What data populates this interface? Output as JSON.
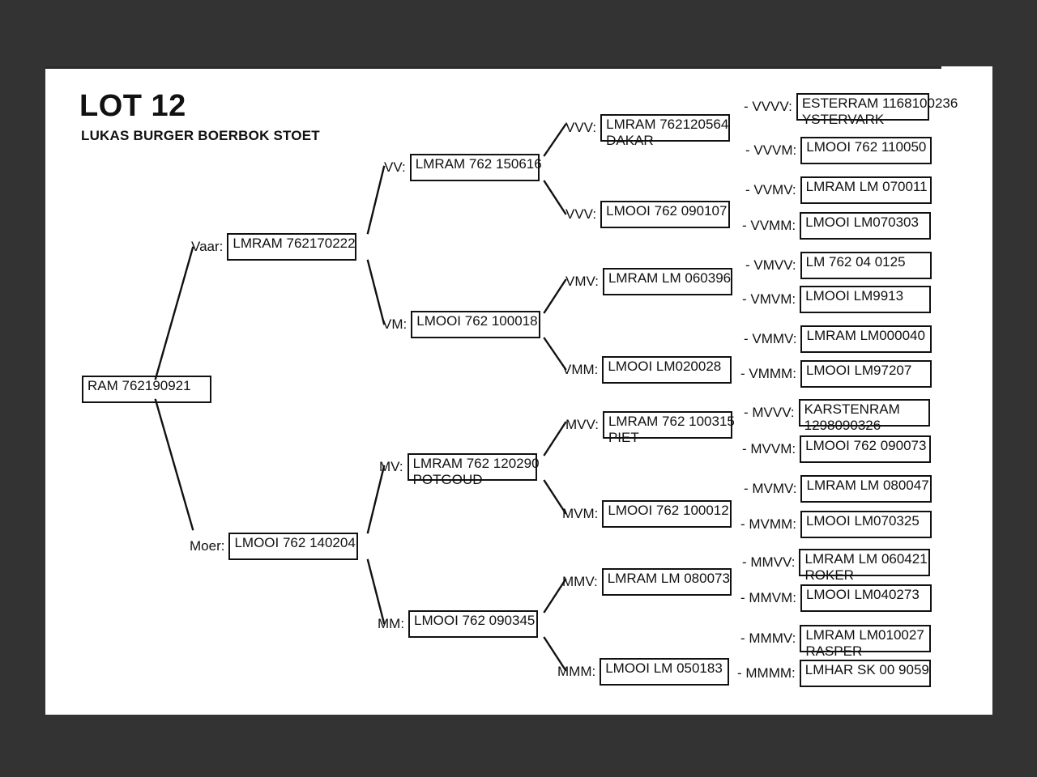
{
  "page": {
    "background_color": "#333333",
    "paper_color": "#ffffff",
    "ink_color": "#111111"
  },
  "header": {
    "lot_title": "LOT 12",
    "subtitle": "LUKAS BURGER BOERBOK STOET"
  },
  "pedigree": {
    "root": {
      "label": "",
      "lines": [
        "RAM 762190921"
      ]
    },
    "generation_1": [
      {
        "label": "Vaar:",
        "lines": [
          "LMRAM 762170222"
        ]
      },
      {
        "label": "Moer:",
        "lines": [
          "LMOOI 762 140204"
        ]
      }
    ],
    "generation_2": [
      {
        "label": "VV:",
        "lines": [
          "LMRAM 762 150616"
        ]
      },
      {
        "label": "VM:",
        "lines": [
          "LMOOI 762 100018"
        ]
      },
      {
        "label": "MV:",
        "lines": [
          "LMRAM 762 120290",
          "POTGOUD"
        ]
      },
      {
        "label": "MM:",
        "lines": [
          "LMOOI 762 090345"
        ]
      }
    ],
    "generation_3": [
      {
        "label": "VVV:",
        "lines": [
          "LMRAM 762120564",
          "DAKAR"
        ]
      },
      {
        "label": "VVV:",
        "lines": [
          "LMOOI 762 090107"
        ]
      },
      {
        "label": "VMV:",
        "lines": [
          "LMRAM LM 060396"
        ]
      },
      {
        "label": "VMM:",
        "lines": [
          "LMOOI LM020028"
        ]
      },
      {
        "label": "MVV:",
        "lines": [
          "LMRAM 762 100315",
          "PIET"
        ]
      },
      {
        "label": "MVM:",
        "lines": [
          "LMOOI 762 100012"
        ]
      },
      {
        "label": "MMV:",
        "lines": [
          "LMRAM LM 080073"
        ]
      },
      {
        "label": "MMM:",
        "lines": [
          "LMOOI LM 050183"
        ]
      }
    ],
    "generation_4": [
      {
        "label": "- VVVV:",
        "lines": [
          "ESTERRAM 1168100236",
          "YSTERVARK"
        ]
      },
      {
        "label": "- VVVM:",
        "lines": [
          "LMOOI 762 110050"
        ]
      },
      {
        "label": "- VVMV:",
        "lines": [
          "LMRAM LM 070011"
        ]
      },
      {
        "label": "- VVMM:",
        "lines": [
          "LMOOI LM070303"
        ]
      },
      {
        "label": "- VMVV:",
        "lines": [
          "LM 762 04 0125"
        ]
      },
      {
        "label": "- VMVM:",
        "lines": [
          "LMOOI LM9913"
        ]
      },
      {
        "label": "- VMMV:",
        "lines": [
          "LMRAM LM000040"
        ]
      },
      {
        "label": "- VMMM:",
        "lines": [
          "LMOOI LM97207"
        ]
      },
      {
        "label": "- MVVV:",
        "lines": [
          "KARSTENRAM",
          "1298090326"
        ]
      },
      {
        "label": "- MVVM:",
        "lines": [
          "LMOOI 762 090073"
        ]
      },
      {
        "label": "- MVMV:",
        "lines": [
          "LMRAM LM 080047"
        ]
      },
      {
        "label": "- MVMM:",
        "lines": [
          "LMOOI LM070325"
        ]
      },
      {
        "label": "- MMVV:",
        "lines": [
          "LMRAM LM 060421",
          "ROKER"
        ]
      },
      {
        "label": "- MMVM:",
        "lines": [
          "LMOOI LM040273"
        ]
      },
      {
        "label": "- MMMV:",
        "lines": [
          "LMRAM LM010027",
          "RASPER"
        ]
      },
      {
        "label": "- MMMM:",
        "lines": [
          "LMHAR SK 00 9059"
        ]
      }
    ]
  }
}
